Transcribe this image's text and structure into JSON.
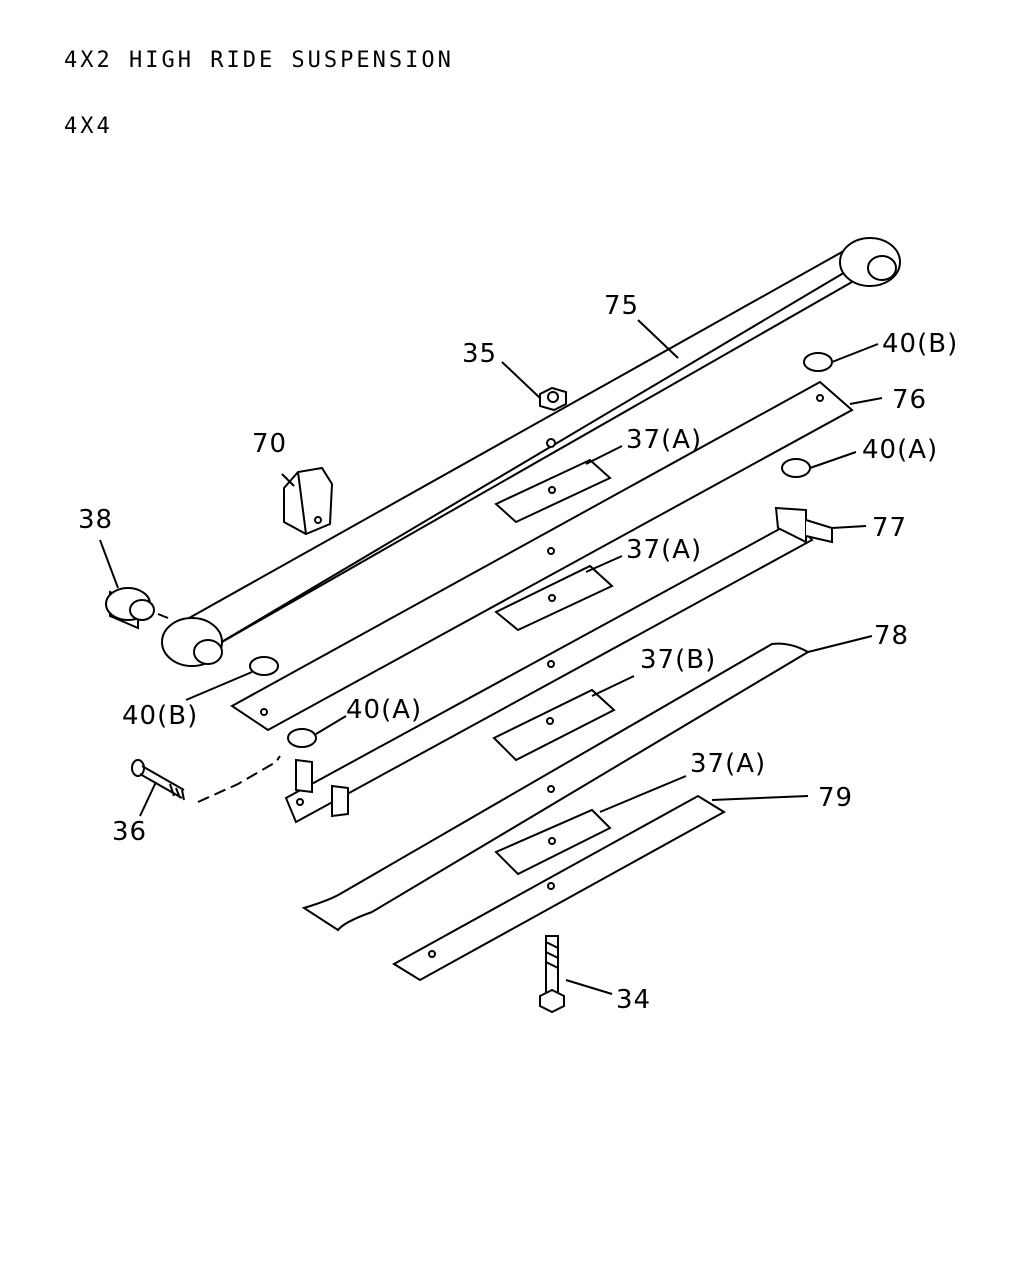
{
  "header": {
    "line1": "4X2 HIGH RIDE SUSPENSION",
    "line2": "4X4"
  },
  "callouts": {
    "c75": "75",
    "c35": "35",
    "c40b_top": "40(B)",
    "c76": "76",
    "c70": "70",
    "c37a_1": "37(A)",
    "c40a_top": "40(A)",
    "c38": "38",
    "c77": "77",
    "c37a_2": "37(A)",
    "c78": "78",
    "c37b": "37(B)",
    "c40b_left": "40(B)",
    "c40a_mid": "40(A)",
    "c37a_3": "37(A)",
    "c79": "79",
    "c36": "36",
    "c34": "34"
  }
}
